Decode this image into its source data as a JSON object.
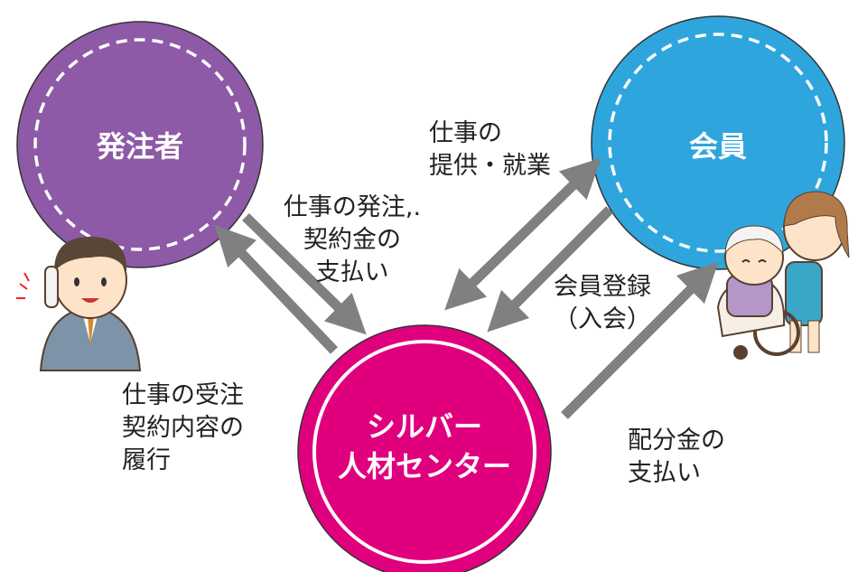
{
  "nodes": {
    "client": {
      "label": "発注者",
      "color": "#8e59a6"
    },
    "member": {
      "label": "会員",
      "color": "#2ea6dd"
    },
    "center": {
      "label": "シルバー\n人材センター",
      "color": "#e0007e"
    }
  },
  "edges": {
    "order": "仕事の発注,.\n契約金の\n支払い",
    "fulfill": "仕事の受注\n契約内容の\n履行",
    "provide": "仕事の\n提供・就業",
    "register": "会員登録\n（入会）",
    "distribute": "配分金の\n支払い"
  },
  "colors": {
    "arrow": "#808080"
  }
}
